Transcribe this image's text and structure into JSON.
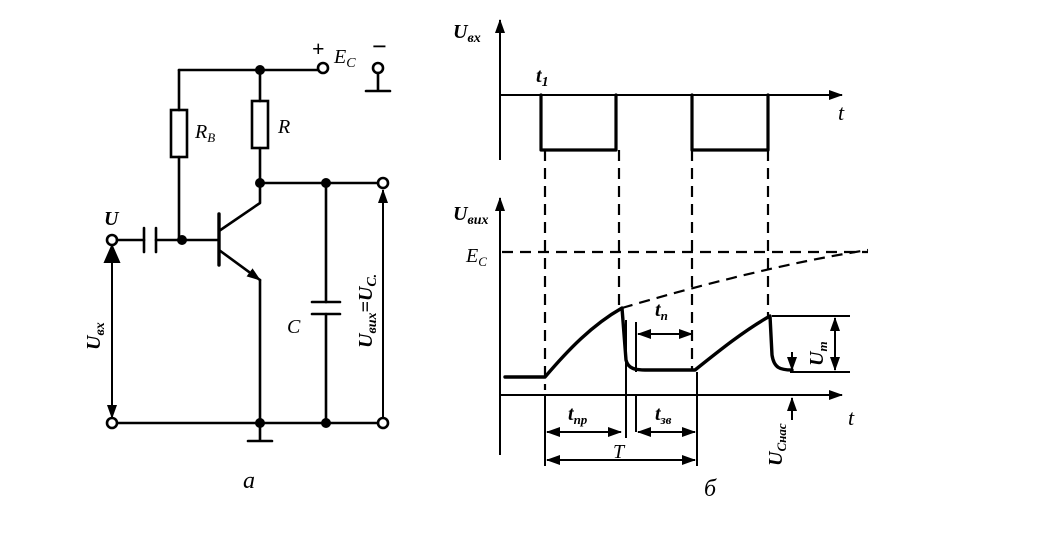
{
  "circuit": {
    "supply_sign_plus": "+",
    "supply_sign_minus": "−",
    "supply_label": "E",
    "supply_sub": "C",
    "rb_label": "R",
    "rb_sub": "B",
    "r_label": "R",
    "c_label": "C",
    "u_label": "U",
    "uin_label": "U",
    "uin_sub": "вх",
    "uout_label": "U",
    "uout_sub": "вих",
    "uout_eq": "=U",
    "uout_eq_sub": "C",
    "uout_eq_dot": ".",
    "caption": "а"
  },
  "timing": {
    "uin_axis_label": "U",
    "uin_axis_sub": "вх",
    "t_axis_top": "t",
    "t1_label": "t",
    "t1_sub": "1",
    "uout_axis_label": "U",
    "uout_axis_sub": "вих",
    "ec_label": "E",
    "ec_sub": "C",
    "tn_label": "t",
    "tn_sub": "п",
    "um_label": "U",
    "um_sub": "m",
    "t_axis_bottom": "t",
    "tpr_label": "t",
    "tpr_sub": "пр",
    "tzv_label": "t",
    "tzv_sub": "зв",
    "T_label": "T",
    "usat_label": "U",
    "usat_sub": "Снас",
    "caption": "б"
  }
}
